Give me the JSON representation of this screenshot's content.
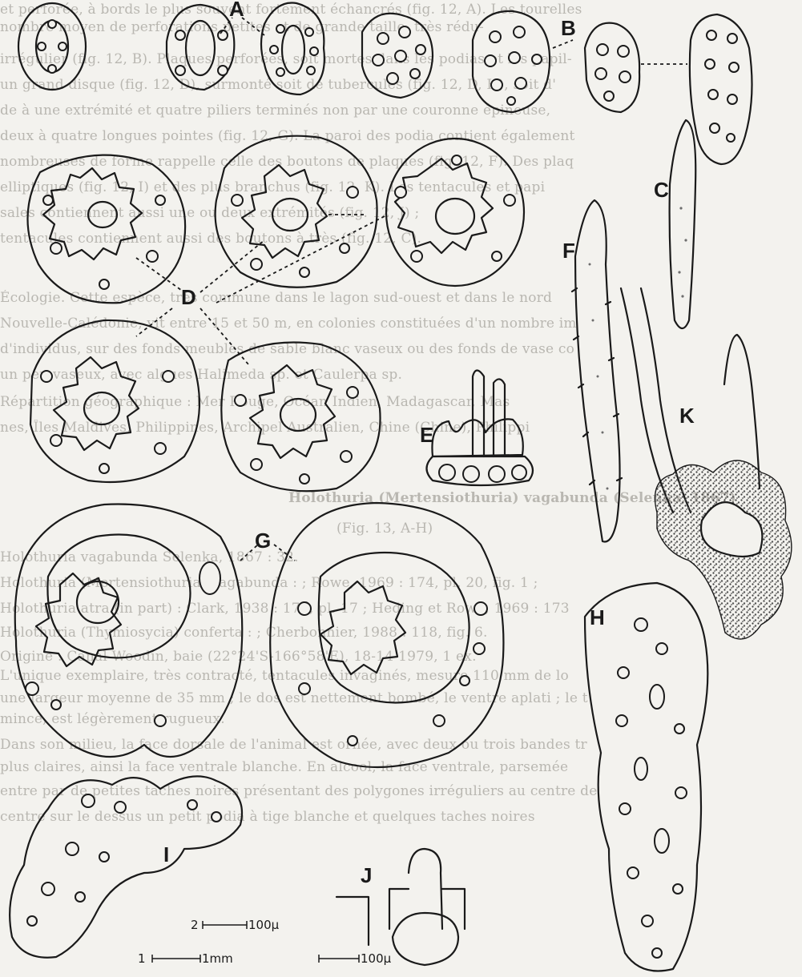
{
  "figure": {
    "letters": [
      "A",
      "B",
      "C",
      "D",
      "E",
      "F",
      "G",
      "H",
      "I",
      "J",
      "K"
    ],
    "scale_bars": [
      {
        "number": "2",
        "label": "100µ"
      },
      {
        "number": "1",
        "label": "1mm"
      },
      {
        "label": "100µ"
      }
    ]
  },
  "background_text": {
    "lines": [
      "et perforée, à bords le plus souvent fortement échancrés (fig. 12, A). Les tourelles",
      "nombre moyen de perforations petites et de grande taille, très rédu-",
      "irrégulier (fig. 12, B). Plaques perforées, soit mortes dans les podias et les papil-",
      "un grand disque (fig. 12, D), surmonté soit de tubercules (fig. 12, D, H), soit d'",
      "de à une extrémité et quatre piliers terminés non par une couronne épineuse,",
      "deux à quatre longues pointes (fig. 12, G). La paroi des podia contient également",
      "nombreuses de forme rappelle celle des boutons de plaques (fig. 12, F). Des plaq",
      "elliptiques (fig. 12, I) et des plus branchus (fig. 12, K). Les tentacules et papi",
      "sales contiennent aussi une ou deux extrémités (fig. 12, J) ;",
      "tentacules contiennent aussi des boutons à très (fig. 12, C).",
      "Écologie. Cette espèce, très commune dans le lagon sud-ouest et dans le nord",
      "Nouvelle-Calédonie, vit entre 15 et 50 m, en colonies constituées d'un nombre im",
      "d'individus, sur des fonds meubles de sable blanc vaseux ou des fonds de vase co",
      "un peu vaseux, avec algues Halimeda sp. et Caulerpa sp.",
      "Répartition géographique : Mer Rouge, Océan Indien, Madagascar, Mas",
      "nes, Îles Maldives, Philippines, Archipel Australien, Chine (Chine), Philippi",
      "Holothuria (Mertensiothuria) vagabunda (Selenka, 1867)",
      "(Fig. 13, A-H)",
      "Holothuria vagabunda Selenka, 1867 : 32.",
      "Holothuria (Mertensiothuria) vagabunda : ; Rowe, 1969 : 174, pl. 20, fig. 1 ;",
      "Holothuria atra (in part) : Clark, 1938 : 178, pl. 17 ; Heding et Rowe, 1969 : 173",
      "Holothuria (Thymiosycia) conferta : ; Cherbonnier, 1988 : 118, fig. 6.",
      "Origine : Canal Woodin, baie (22°24'S-166°58'E), 18-14-1979, 1 ex.",
      "L'unique exemplaire, très contracté, tentacules invaginés, mesure 110 mm de lo",
      "une largeur moyenne de 35 mm ; le dos est nettement bombé, le ventre aplati ; le t",
      "mince, est légèrement rugueux.",
      "Dans son milieu, la face dorsale de l'animal est ornée, avec deux ou trois bandes tr",
      "plus claires, ainsi la face ventrale blanche. En alcool, la face ventrale, parsemée",
      "entre par de petites taches noires présentant des polygones irréguliers au centre de",
      "centre sur le dessus un petit podia à tige blanche et quelques taches noires"
    ]
  }
}
